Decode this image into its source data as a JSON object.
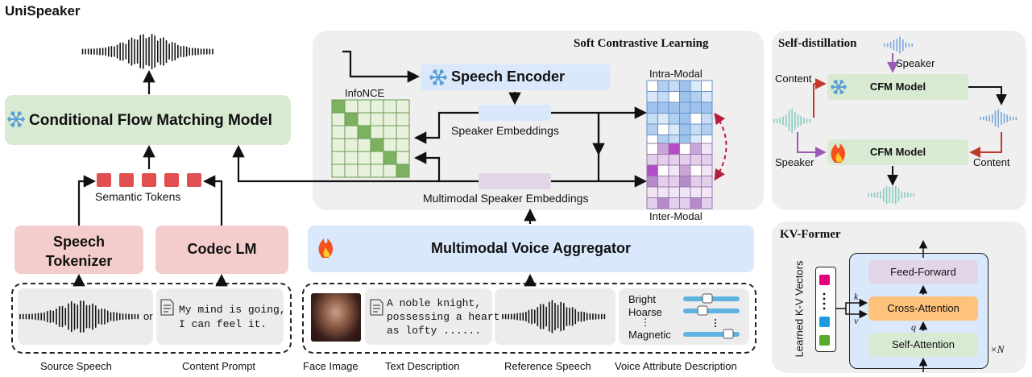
{
  "title": "UniSpeaker",
  "main": {
    "cfm_label": "Conditional Flow Matching Model",
    "semantic_tokens": "Semantic Tokens",
    "speech_tokenizer": "Speech\nTokenizer",
    "codec_lm": "Codec LM",
    "or": "or",
    "content_prompt_text": "My mind is going,\nI can feel it.",
    "source_speech": "Source Speech",
    "content_prompt": "Content Prompt"
  },
  "scl": {
    "title": "Soft Contrastive Learning",
    "speech_encoder": "Speech Encoder",
    "infonce": "InfoNCE",
    "speaker_embeddings": "Speaker Embeddings",
    "multimodal_speaker_embeddings": "Multimodal Speaker Embeddings",
    "intra_modal": "Intra-Modal",
    "inter_modal": "Inter-Modal"
  },
  "mva": {
    "label": "Multimodal Voice Aggregator",
    "text_description": "A noble knight,\npossessing a heart\nas lofty ......",
    "attributes": [
      "Bright",
      "Hoarse",
      "⋮",
      "Magnetic"
    ],
    "captions": [
      "Face Image",
      "Text Description",
      "Reference Speech",
      "Voice Attribute Description"
    ]
  },
  "self_distillation": {
    "title": "Self-distillation",
    "speaker_top": "Speaker",
    "content_left": "Content",
    "cfm_top": "CFM Model",
    "cfm_bottom": "CFM Model",
    "speaker_left": "Speaker",
    "content_right": "Content"
  },
  "kv_former": {
    "title": "KV-Former",
    "learned_kv": "Learned K-V Vectors",
    "feed_forward": "Feed-Forward",
    "cross_attention": "Cross-Attention",
    "self_attention": "Self-Attention",
    "k": "k",
    "v": "v",
    "q": "q",
    "times_n": "×N"
  },
  "colors": {
    "green_box": "#d9ead3",
    "pink_box": "#f4cccc",
    "blue_box": "#dae8fc",
    "purple_box": "#e1d5e7",
    "orange_box": "#ffc27a",
    "red_token": "#e05050",
    "matrix_green": "#7cb25f",
    "panel_gray": "#efefef",
    "dark_red": "#b41e3c"
  },
  "icons": [
    "snowflake-icon",
    "fire-icon",
    "document-icon",
    "waveform-icon",
    "slider-icon",
    "face-image"
  ]
}
